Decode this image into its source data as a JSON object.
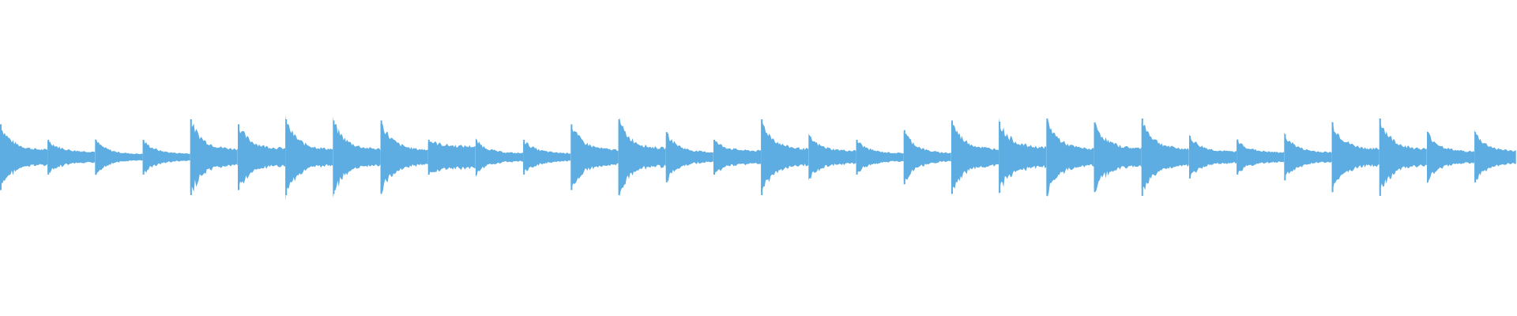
{
  "waveform": {
    "color": "#5dade2",
    "background": "#ffffff",
    "onset_count": 32,
    "onsets": [
      {
        "peak": 0.85,
        "sustain": 0.18
      },
      {
        "peak": 0.45,
        "sustain": 0.14
      },
      {
        "peak": 0.45,
        "sustain": 0.08
      },
      {
        "peak": 0.45,
        "sustain": 0.09
      },
      {
        "peak": 0.98,
        "sustain": 0.2
      },
      {
        "peak": 0.85,
        "sustain": 0.22
      },
      {
        "peak": 0.98,
        "sustain": 0.2
      },
      {
        "peak": 0.95,
        "sustain": 0.2
      },
      {
        "peak": 0.95,
        "sustain": 0.18
      },
      {
        "peak": 0.45,
        "sustain": 0.28
      },
      {
        "peak": 0.45,
        "sustain": 0.1
      },
      {
        "peak": 0.45,
        "sustain": 0.1
      },
      {
        "peak": 0.85,
        "sustain": 0.18
      },
      {
        "peak": 0.98,
        "sustain": 0.22
      },
      {
        "peak": 0.65,
        "sustain": 0.12
      },
      {
        "peak": 0.45,
        "sustain": 0.16
      },
      {
        "peak": 0.98,
        "sustain": 0.2
      },
      {
        "peak": 0.55,
        "sustain": 0.16
      },
      {
        "peak": 0.45,
        "sustain": 0.1
      },
      {
        "peak": 0.7,
        "sustain": 0.1
      },
      {
        "peak": 0.95,
        "sustain": 0.2
      },
      {
        "peak": 0.92,
        "sustain": 0.24
      },
      {
        "peak": 1.0,
        "sustain": 0.2
      },
      {
        "peak": 0.9,
        "sustain": 0.22
      },
      {
        "peak": 1.0,
        "sustain": 0.2
      },
      {
        "peak": 0.55,
        "sustain": 0.14
      },
      {
        "peak": 0.45,
        "sustain": 0.12
      },
      {
        "peak": 0.6,
        "sustain": 0.12
      },
      {
        "peak": 0.9,
        "sustain": 0.2
      },
      {
        "peak": 1.0,
        "sustain": 0.2
      },
      {
        "peak": 0.65,
        "sustain": 0.14
      },
      {
        "peak": 0.65,
        "sustain": 0.15
      }
    ]
  }
}
